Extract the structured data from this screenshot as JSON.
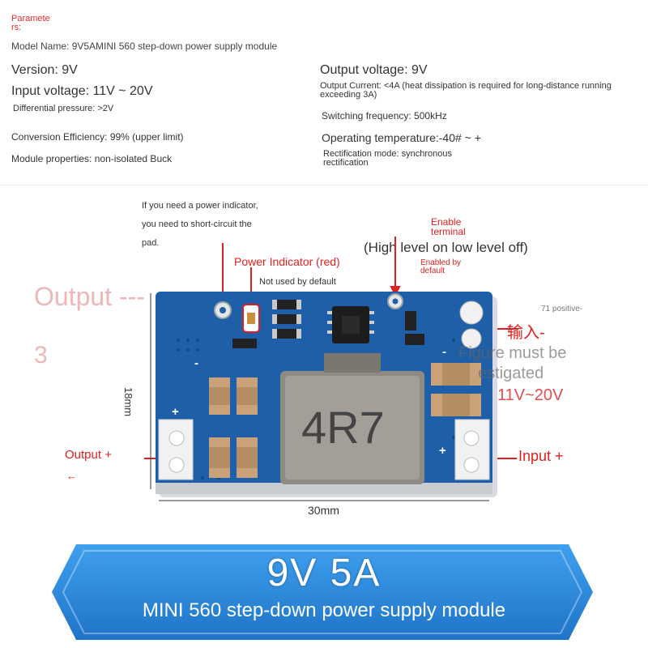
{
  "params": {
    "title": "Paramete rs:",
    "model": "Model Name: 9V5AMINI 560 step-down power supply module",
    "version": "Version: 9V",
    "input_voltage": "Input voltage: 11V ~ 20V",
    "differential_pressure": "Differential pressure: >2V",
    "conversion_efficiency": "Conversion Efficiency: 99% (upper limit)",
    "module_properties": "Module properties: non-isolated Buck",
    "output_voltage": "Output voltage: 9V",
    "output_current": "Output Current: <4A (heat dissipation is required for long-distance running exceeding 3A)",
    "switching_frequency": "Switching frequency: 500kHz",
    "operating_temperature": "Operating temperature:-40# ~ +",
    "rectification_mode": "Rectification mode: synchronous rectification"
  },
  "annotations": {
    "power_indicator_note": [
      "If you need a power indicator,",
      "you need to short-circuit the",
      "pad."
    ],
    "power_indicator": "Power Indicator (red)",
    "not_used": "Not used by default",
    "enable_terminal": "Enable terminal",
    "high_low": "(High level on low level off)",
    "enabled_default": "Enabled by default",
    "output_left": "Output ---",
    "output_three": "3",
    "input_cn": "输入-",
    "positive_71": "71 positive-",
    "figure_must": "Figure must be",
    "investigated": "estigated",
    "input_range": "11V~20V",
    "output_plus": "Output +",
    "output_arrow": "←",
    "input_plus": "Input +",
    "dim_height": "18mm",
    "dim_width": "30mm",
    "inductor_label": "4R7",
    "pcb_plus_left": "+",
    "pcb_minus_left": "-",
    "pcb_plus_right": "+",
    "pcb_minus_right": "-"
  },
  "banner": {
    "title": "9V 5A",
    "subtitle": "MINI 560 step-down power supply module"
  },
  "colors": {
    "pcb": "#1f5fa8",
    "pcb_dark": "#174a86",
    "banner_blue": "#2f8ad8",
    "annotation_red": "#e02020",
    "inductor": "#8e8a84"
  }
}
